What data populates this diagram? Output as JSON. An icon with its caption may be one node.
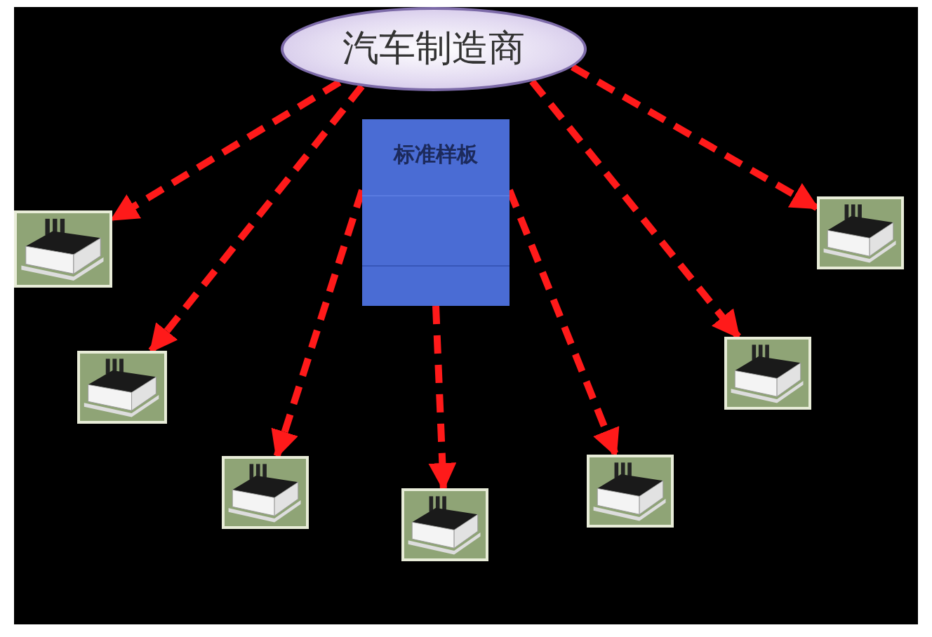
{
  "diagram": {
    "nodes": [
      {
        "text": [
          "汽车制造商"
        ]
      },
      {
        "text": [
          "标准样板"
        ]
      },
      {
        "text": [],
        "shape": "picture"
      },
      {
        "text": [],
        "shape": "picture"
      },
      {
        "text": [],
        "shape": "picture"
      },
      {
        "text": [],
        "shape": "picture"
      },
      {
        "text": [],
        "shape": "picture"
      },
      {
        "text": [],
        "shape": "picture"
      },
      {
        "text": [],
        "shape": "picture"
      }
    ],
    "edges": [
      {
        "from": 0,
        "to": 2,
        "arrow": "to",
        "style": "dashed"
      },
      {
        "from": 0,
        "to": 3,
        "arrow": "to",
        "style": "dashed"
      },
      {
        "from": 1,
        "to": 4,
        "arrow": "to",
        "style": "dashed"
      },
      {
        "from": 1,
        "to": 5,
        "arrow": "to",
        "style": "dashed"
      },
      {
        "from": 1,
        "to": 6,
        "arrow": "to",
        "style": "dashed"
      },
      {
        "from": 0,
        "to": 7,
        "arrow": "to",
        "style": "dashed"
      },
      {
        "from": 0,
        "to": 8,
        "arrow": "to",
        "style": "dashed"
      }
    ]
  }
}
